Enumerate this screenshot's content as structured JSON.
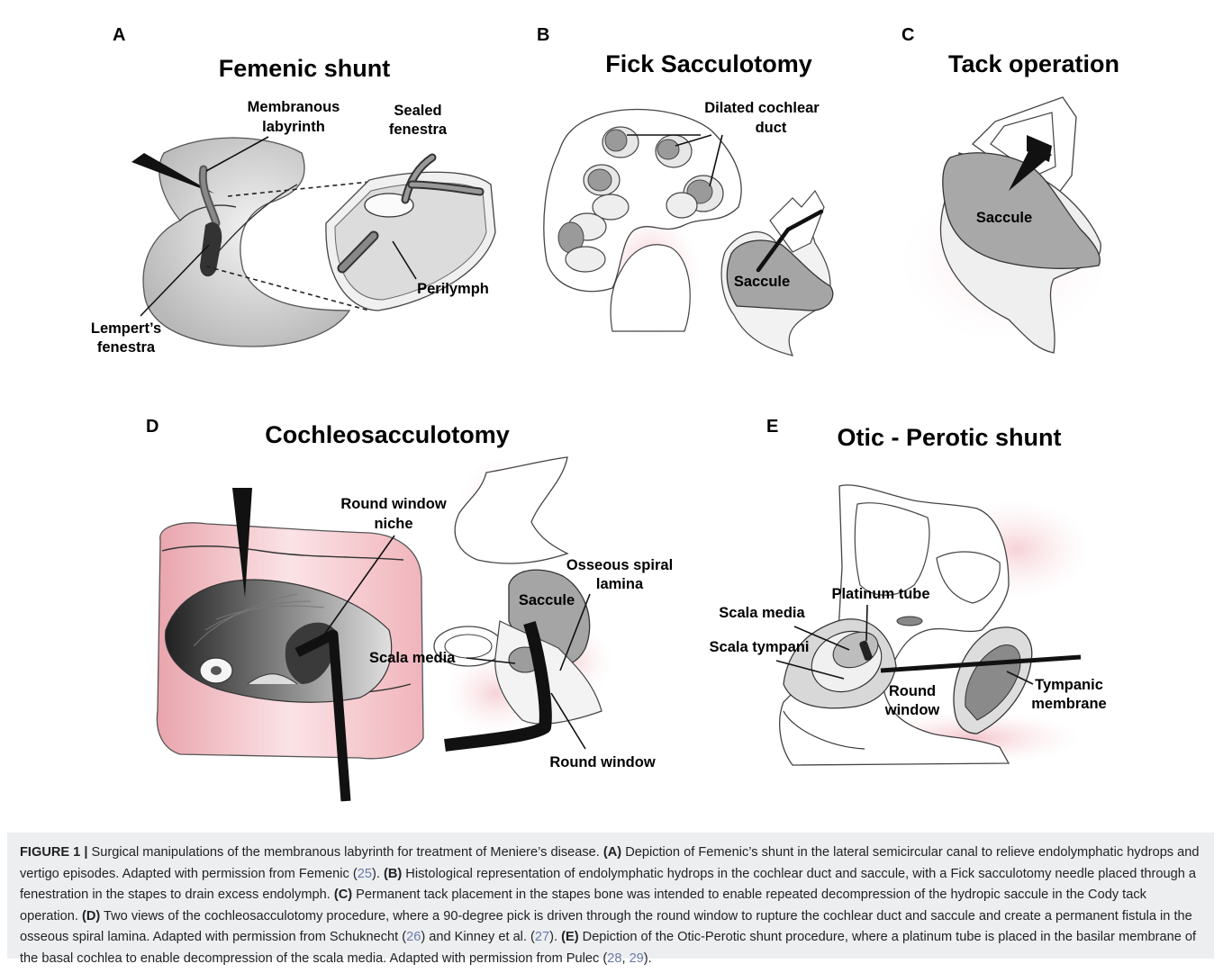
{
  "panels": {
    "A": {
      "letter": "A",
      "title": "Femenic shunt",
      "labels": {
        "membranous_1": "Membranous",
        "membranous_2": "labyrinth",
        "sealed_1": "Sealed",
        "sealed_2": "fenestra",
        "perilymph": "Perilymph",
        "lempert_1": "Lempert’s",
        "lempert_2": "fenestra"
      }
    },
    "B": {
      "letter": "B",
      "title": "Fick Sacculotomy",
      "labels": {
        "dilated_1": "Dilated cochlear",
        "dilated_2": "duct",
        "saccule": "Saccule"
      }
    },
    "C": {
      "letter": "C",
      "title": "Tack operation",
      "labels": {
        "saccule": "Saccule"
      }
    },
    "D": {
      "letter": "D",
      "title": "Cochleosacculotomy",
      "labels": {
        "round_niche_1": "Round window",
        "round_niche_2": "niche",
        "osseous_1": "Osseous spiral",
        "osseous_2": "lamina",
        "saccule": "Saccule",
        "scala_media": "Scala media",
        "round_window": "Round window"
      }
    },
    "E": {
      "letter": "E",
      "title": "Otic - Perotic shunt",
      "labels": {
        "platinum": "Platinum tube",
        "scala_media": "Scala media",
        "scala_tympani": "Scala tympani",
        "round_1": "Round",
        "round_2": "window",
        "tympanic_1": "Tympanic",
        "tympanic_2": "membrane"
      }
    }
  },
  "caption": {
    "label": "FIGURE 1 |",
    "s1": " Surgical manipulations of the membranous labyrinth for treatment of Meniere’s disease. ",
    "a_tag": "(A)",
    "a_text": " Depiction of Femenic’s shunt in the lateral semicircular canal to relieve endolymphatic hydrops and vertigo episodes. Adapted with permission from Femenic (",
    "ref25": "25",
    "a_end": "). ",
    "b_tag": "(B)",
    "b_text": " Histological representation of endolymphatic hydrops in the cochlear duct and saccule, with a Fick sacculotomy needle placed through a fenestration in the stapes to drain excess endolymph. ",
    "c_tag": "(C)",
    "c_text": " Permanent tack placement in the stapes bone was intended to enable repeated decompression of the hydropic saccule in the Cody tack operation. ",
    "d_tag": "(D)",
    "d_text": " Two views of the cochleosacculotomy procedure, where a 90-degree pick is driven through the round window to rupture the cochlear duct and saccule and create a permanent fistula in the osseous spiral lamina. Adapted with permission from Schuknecht (",
    "ref26": "26",
    "d_mid": ") and Kinney et al. (",
    "ref27": "27",
    "d_end": "). ",
    "e_tag": "(E)",
    "e_text": " Depiction of the Otic-Perotic shunt procedure, where a platinum tube is placed in the basilar membrane of the basal cochlea to enable decompression of the scala media. Adapted with permission from Pulec (",
    "ref28": "28",
    "comma": ", ",
    "ref29": "29",
    "e_end": ")."
  }
}
